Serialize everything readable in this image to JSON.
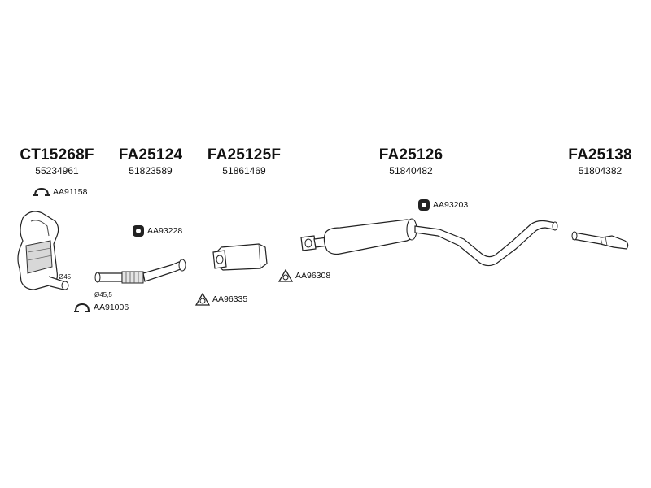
{
  "parts": [
    {
      "code": "CT15268F",
      "oem": "55234961"
    },
    {
      "code": "FA25124",
      "oem": "51823589"
    },
    {
      "code": "FA25125F",
      "oem": "51861469"
    },
    {
      "code": "FA25126",
      "oem": "51840482"
    },
    {
      "code": "FA25138",
      "oem": "51804382"
    }
  ],
  "accessories": {
    "clamp_cat_top": "AA91158",
    "clamp_bottom": "AA91006",
    "hanger_mid": "AA93228",
    "gasket_mid": "AA96335",
    "gasket_silencer": "AA96308",
    "hanger_right": "AA93203"
  },
  "diameters": {
    "cat_outlet": "Ø45",
    "pipe_inlet": "Ø45,5"
  }
}
